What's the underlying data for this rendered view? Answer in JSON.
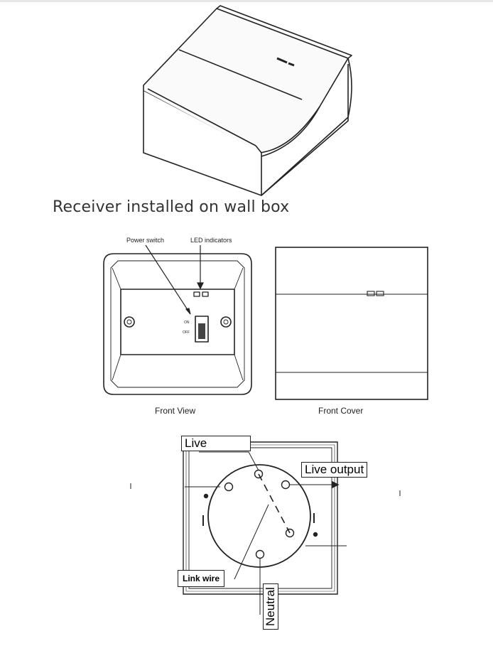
{
  "captions": {
    "receiver_installed": "Receiver installed on wall box",
    "front_view": "Front View",
    "front_cover": "Front Cover"
  },
  "callouts": {
    "power_switch": "Power switch",
    "led_indicators": "LED indicators",
    "on": "ON",
    "off": "OFF"
  },
  "wiring": {
    "live": "Live",
    "live_output": "Live output",
    "link_wire": "Link wire",
    "neutral": "Neutral"
  }
}
